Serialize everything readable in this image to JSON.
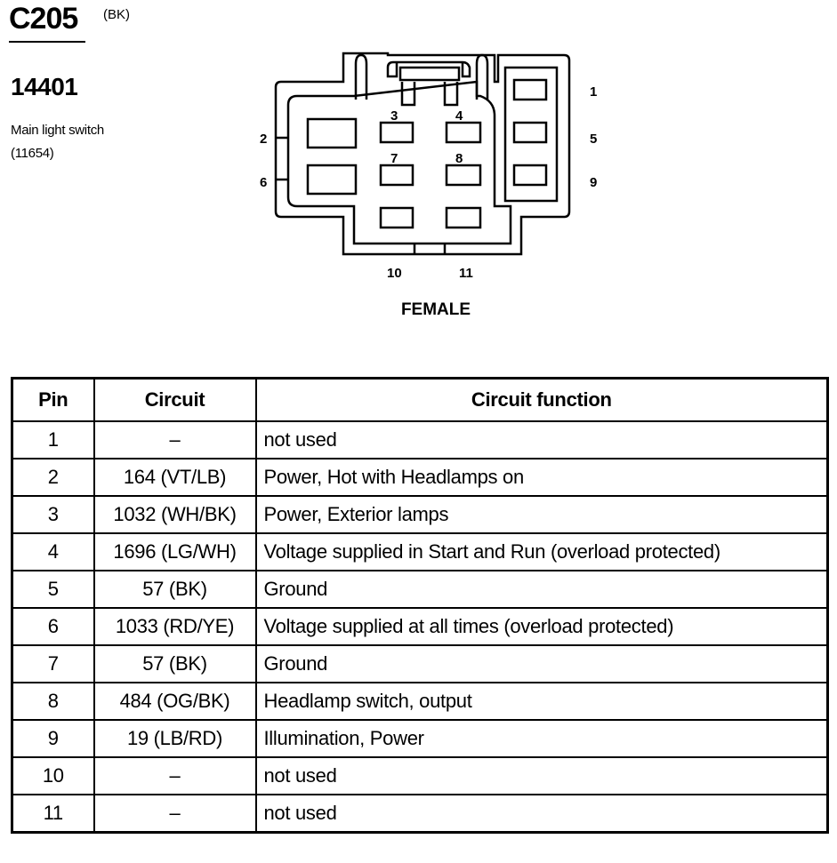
{
  "connector": {
    "id": "C205",
    "color": "(BK)",
    "part_number": "14401",
    "component_name": "Main light switch",
    "component_code": "(11654)",
    "view": "FEMALE",
    "pin_labels": {
      "p1": "1",
      "p2": "2",
      "p3": "3",
      "p4": "4",
      "p5": "5",
      "p6": "6",
      "p7": "7",
      "p8": "8",
      "p9": "9",
      "p10": "10",
      "p11": "11"
    }
  },
  "table": {
    "headers": {
      "pin": "Pin",
      "circuit": "Circuit",
      "function": "Circuit function"
    },
    "rows": [
      {
        "pin": "1",
        "circuit": "–",
        "function": "not used"
      },
      {
        "pin": "2",
        "circuit": "164 (VT/LB)",
        "function": "Power, Hot with Headlamps on"
      },
      {
        "pin": "3",
        "circuit": "1032 (WH/BK)",
        "function": "Power, Exterior lamps"
      },
      {
        "pin": "4",
        "circuit": "1696 (LG/WH)",
        "function": "Voltage supplied in Start and Run (overload protected)"
      },
      {
        "pin": "5",
        "circuit": "57 (BK)",
        "function": "Ground"
      },
      {
        "pin": "6",
        "circuit": "1033 (RD/YE)",
        "function": "Voltage supplied at all times (overload protected)"
      },
      {
        "pin": "7",
        "circuit": "57 (BK)",
        "function": "Ground"
      },
      {
        "pin": "8",
        "circuit": "484 (OG/BK)",
        "function": "Headlamp switch, output"
      },
      {
        "pin": "9",
        "circuit": "19 (LB/RD)",
        "function": "Illumination, Power"
      },
      {
        "pin": "10",
        "circuit": "–",
        "function": "not used"
      },
      {
        "pin": "11",
        "circuit": "–",
        "function": "not used"
      }
    ]
  }
}
